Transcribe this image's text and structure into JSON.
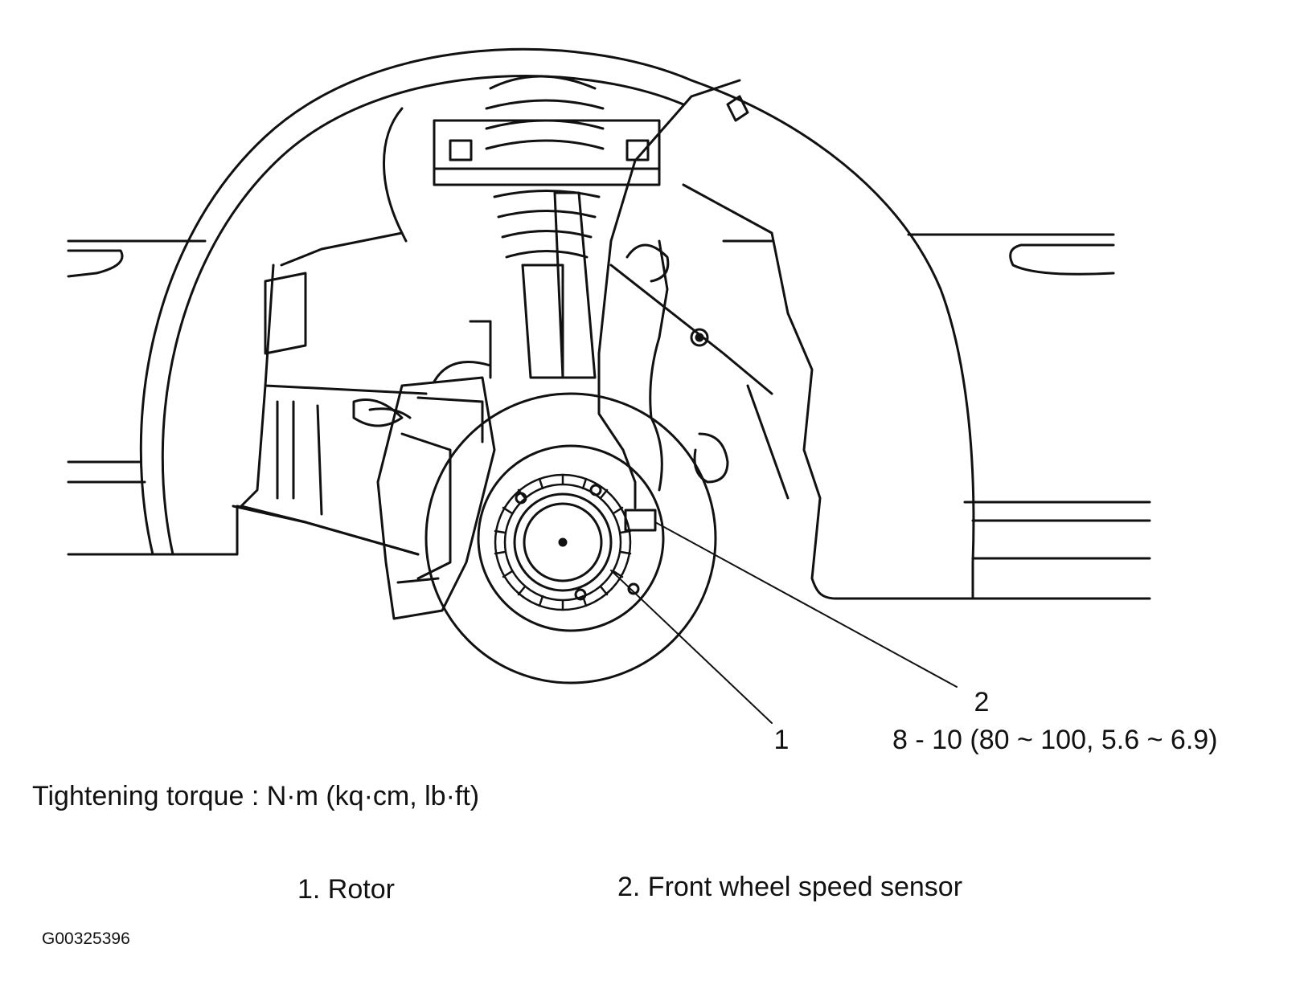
{
  "callouts": {
    "c1": {
      "number": "1"
    },
    "c2": {
      "number": "2",
      "torque": "8 - 10 (80 ~ 100, 5.6 ~ 6.9)"
    }
  },
  "torque_note": "Tightening torque : N·m (kq·cm, lb·ft)",
  "legend": [
    {
      "label": "1.  Rotor"
    },
    {
      "label": "2.  Front wheel speed sensor"
    }
  ],
  "figure_id": "G00325396",
  "colors": {
    "ink": "#111111",
    "paper": "#ffffff"
  }
}
